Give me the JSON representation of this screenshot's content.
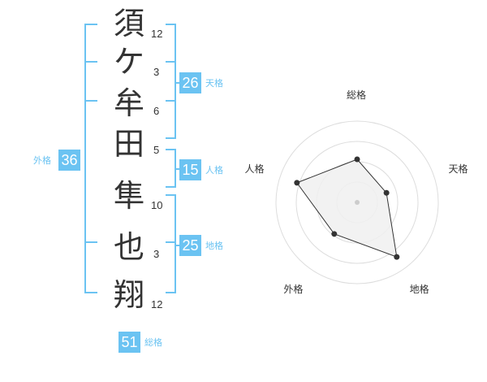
{
  "name_chars": [
    {
      "char": "須",
      "strokes": "12"
    },
    {
      "char": "ケ",
      "strokes": "3"
    },
    {
      "char": "牟",
      "strokes": "6"
    },
    {
      "char": "田",
      "strokes": "5"
    },
    {
      "char": "隼",
      "strokes": "10"
    },
    {
      "char": "也",
      "strokes": "3"
    },
    {
      "char": "翔",
      "strokes": "12"
    }
  ],
  "kaku": {
    "tenkaku": {
      "value": "26",
      "label": "天格"
    },
    "jinkaku": {
      "value": "15",
      "label": "人格"
    },
    "chikaku": {
      "value": "25",
      "label": "地格"
    },
    "gaikaku": {
      "value": "36",
      "label": "外格"
    },
    "soukaku": {
      "value": "51",
      "label": "総格"
    }
  },
  "chart_data": {
    "type": "radar",
    "axes": [
      "総格",
      "天格",
      "地格",
      "外格",
      "人格"
    ],
    "values": [
      0.53,
      0.38,
      0.83,
      0.48,
      0.78
    ],
    "rings": 4,
    "colors": {
      "fill": "#f0f0f0",
      "line": "#333333",
      "grid": "#dddddd",
      "point": "#333333",
      "center": "#cccccc"
    }
  },
  "colors": {
    "accent": "#6bc3f2",
    "text": "#333333"
  }
}
